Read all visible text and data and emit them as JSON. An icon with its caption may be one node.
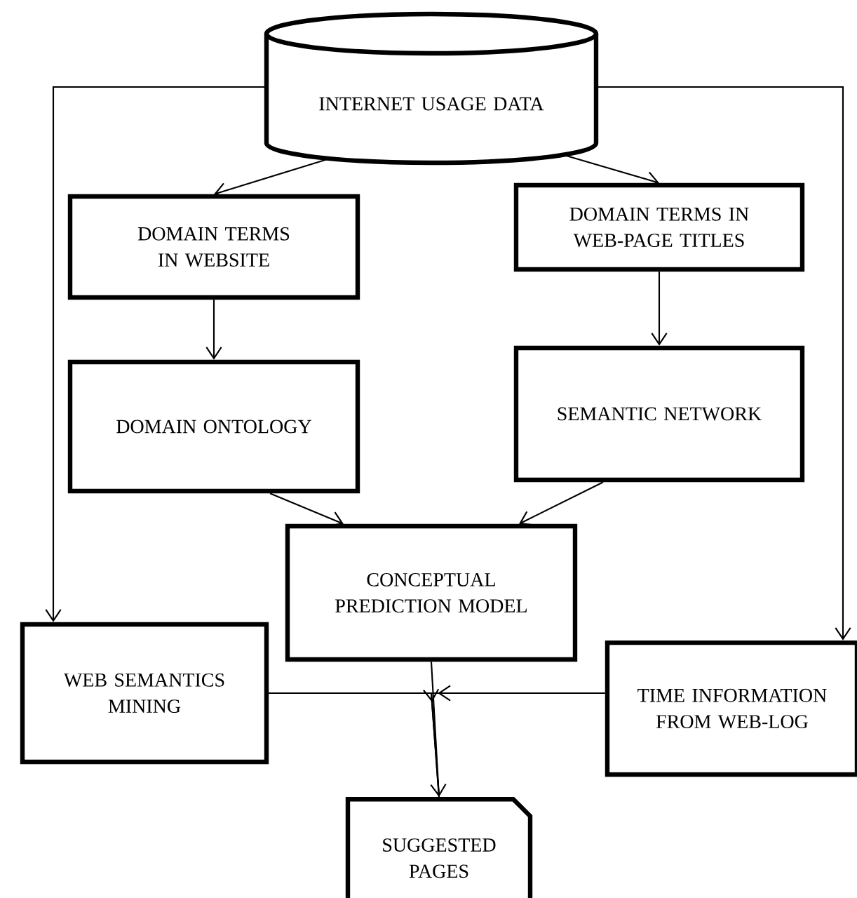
{
  "diagram": {
    "nodes": [
      {
        "text": [
          "INTERNET USAGE DATA"
        ]
      },
      {
        "text": [
          "DOMAIN TERMS IN WEBSITE"
        ]
      },
      {
        "text": [
          "DOMAIN TERMS IN WEB-PAGE TITLES"
        ]
      },
      {
        "text": [
          "DOMAIN ONTOLOGY"
        ]
      },
      {
        "text": [
          "SEMANTIC NETWORK"
        ]
      },
      {
        "text": [
          "CONCEPTUAL PREDICTION MODEL"
        ]
      },
      {
        "text": [
          "WEB SEMANTICS MINING"
        ]
      },
      {
        "text": [
          "TIME INFORMATION FROM WEB-LOG"
        ]
      },
      {
        "text": [
          "SUGGESTED PAGES"
        ]
      }
    ],
    "edges": [
      {
        "from": 0,
        "to": 1,
        "arrow": "to"
      },
      {
        "from": 0,
        "to": 2,
        "arrow": "to"
      },
      {
        "from": 1,
        "to": 3,
        "arrow": "to"
      },
      {
        "from": 2,
        "to": 4,
        "arrow": "to"
      },
      {
        "from": 3,
        "to": 5,
        "arrow": "to"
      },
      {
        "from": 4,
        "to": 5,
        "arrow": "to"
      },
      {
        "from": 0,
        "to": 6,
        "arrow": "to"
      },
      {
        "from": 0,
        "to": 7,
        "arrow": "to"
      },
      {
        "from": 5,
        "to": 8,
        "arrow": "to"
      },
      {
        "from": 6,
        "to": 8,
        "arrow": "to"
      },
      {
        "from": 7,
        "to": 8,
        "arrow": "to"
      }
    ]
  }
}
